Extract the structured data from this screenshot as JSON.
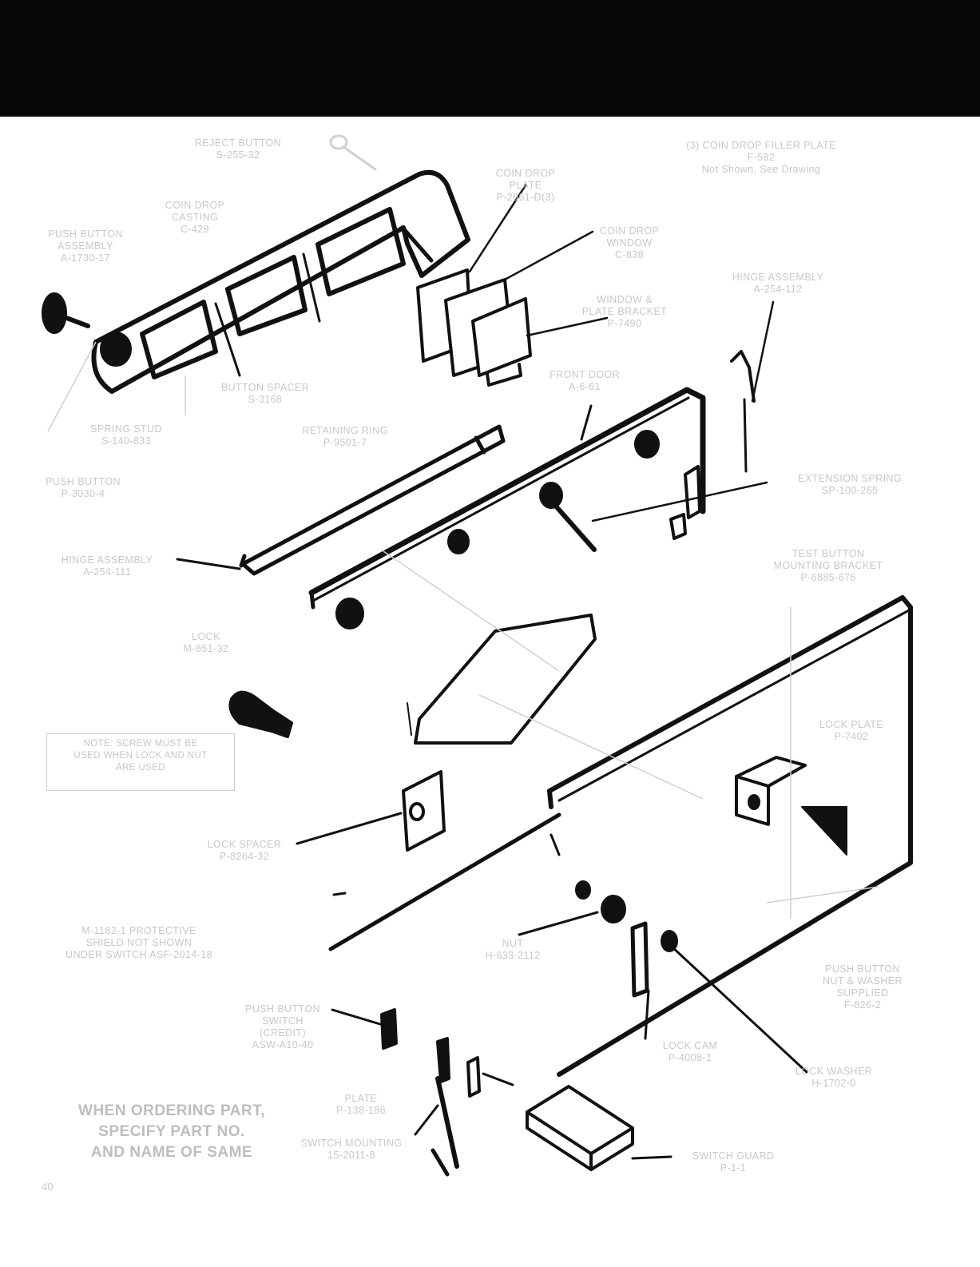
{
  "header_band_color": "#060606",
  "labels": {
    "reject_button": [
      "REJECT BUTTON",
      "S-255-32"
    ],
    "coin_drop_filler": [
      "(3) COIN DROP FILLER PLATE",
      "F-582",
      "Not Shown, See Drawing"
    ],
    "coin_drop_plate": [
      "COIN DROP",
      "PLATE",
      "P-2661-D(3)"
    ],
    "coin_drop_casting": [
      "COIN DROP",
      "CASTING",
      "C-429"
    ],
    "push_button_assembly": [
      "PUSH BUTTON",
      "ASSEMBLY",
      "A-1730-17"
    ],
    "coin_drop_window": [
      "COIN DROP",
      "WINDOW",
      "C-838"
    ],
    "window_plate_bracket": [
      "WINDOW &",
      "PLATE BRACKET",
      "P-7490"
    ],
    "hinge_assembly_right": [
      "HINGE ASSEMBLY",
      "A-254-112"
    ],
    "button_spacer": [
      "BUTTON SPACER",
      "S-3168"
    ],
    "front_door": [
      "FRONT DOOR",
      "A-6-61"
    ],
    "spring_stud": [
      "SPRING STUD",
      "S-140-833"
    ],
    "retaining_ring": [
      "RETAINING RING",
      "P-9501-7"
    ],
    "push_button": [
      "PUSH BUTTON",
      "P-3030-4"
    ],
    "extension_spring": [
      "EXTENSION SPRING",
      "SP-100-265"
    ],
    "hinge_assembly_left": [
      "HINGE ASSEMBLY",
      "A-254-111"
    ],
    "test_button_bracket": [
      "TEST BUTTON",
      "MOUNTING BRACKET",
      "P-6885-676"
    ],
    "lock": [
      "LOCK",
      "M-851-32"
    ],
    "lock_plate": [
      "LOCK PLATE",
      "P-7402"
    ],
    "lock_spacer": [
      "LOCK SPACER",
      "P-8264-32"
    ],
    "protective_shield": [
      "M-1182-1 PROTECTIVE",
      "SHIELD NOT SHOWN",
      "UNDER SWITCH ASF-2014-18"
    ],
    "nut": [
      "NUT",
      "H-633-2112"
    ],
    "push_button_nut": [
      "PUSH BUTTON",
      "NUT & WASHER",
      "SUPPLIED",
      "F-826-2"
    ],
    "push_button_switch": [
      "PUSH BUTTON",
      "SWITCH",
      "(CREDIT)",
      "ASW-A10-40"
    ],
    "lock_cam": [
      "LOCK CAM",
      "P-4008-1"
    ],
    "lock_washer": [
      "LOCK WASHER",
      "H-1702-0"
    ],
    "plate": [
      "PLATE",
      "P-138-186"
    ],
    "switch_mounting": [
      "SWITCH MOUNTING",
      "15-2011-8"
    ],
    "switch_guard": [
      "SWITCH GUARD",
      "P-1-1"
    ]
  },
  "note_box": [
    "NOTE: SCREW MUST BE",
    "USED WHEN LOCK AND NUT",
    "ARE USED"
  ],
  "ordering_note": [
    "WHEN ORDERING PART,",
    "SPECIFY PART NO.",
    "AND NAME OF SAME"
  ],
  "page_number": "40"
}
